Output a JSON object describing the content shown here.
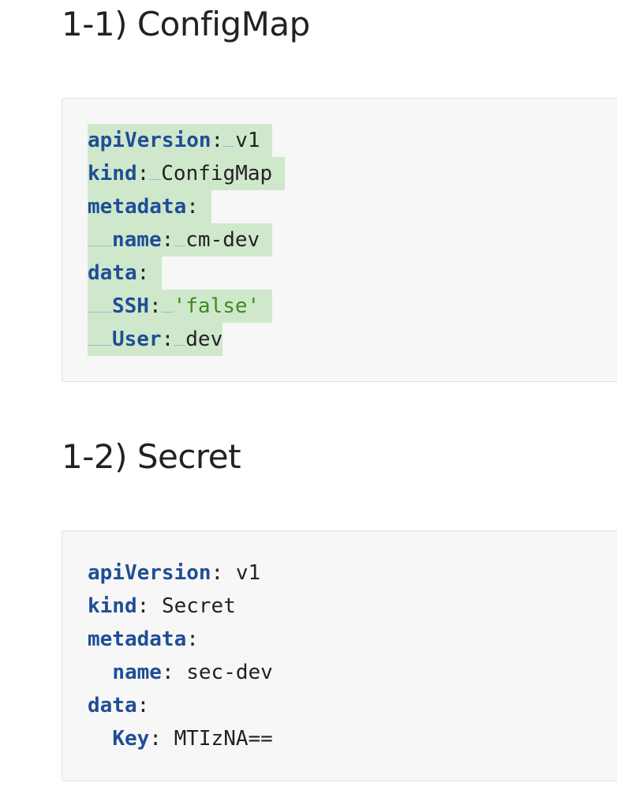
{
  "configmap": {
    "heading": "1-1) ConfigMap",
    "lines": [
      {
        "indent": "",
        "key": "apiVersion",
        "value": "v1",
        "value_type": "plain"
      },
      {
        "indent": "",
        "key": "kind",
        "value": "ConfigMap",
        "value_type": "plain"
      },
      {
        "indent": "",
        "key": "metadata",
        "value": "",
        "value_type": "plain"
      },
      {
        "indent": "  ",
        "key": "name",
        "value": "cm-dev",
        "value_type": "plain"
      },
      {
        "indent": "",
        "key": "data",
        "value": "",
        "value_type": "plain"
      },
      {
        "indent": "  ",
        "key": "SSH",
        "value": "'false'",
        "value_type": "string"
      },
      {
        "indent": "  ",
        "key": "User",
        "value": "dev",
        "value_type": "plain"
      }
    ]
  },
  "secret": {
    "heading": "1-2) Secret",
    "lines": [
      {
        "indent": "",
        "key": "apiVersion",
        "value": "v1",
        "value_type": "plain"
      },
      {
        "indent": "",
        "key": "kind",
        "value": "Secret",
        "value_type": "plain"
      },
      {
        "indent": "",
        "key": "metadata",
        "value": "",
        "value_type": "plain"
      },
      {
        "indent": "  ",
        "key": "name",
        "value": "sec-dev",
        "value_type": "plain"
      },
      {
        "indent": "",
        "key": "data",
        "value": "",
        "value_type": "plain"
      },
      {
        "indent": "  ",
        "key": "Key",
        "value": "MTIzNA==",
        "value_type": "plain"
      }
    ]
  },
  "colors": {
    "key": "#1f4e96",
    "string": "#3d8a1e",
    "selection": "#cfe8cc",
    "code_background": "#f7f7f7"
  }
}
